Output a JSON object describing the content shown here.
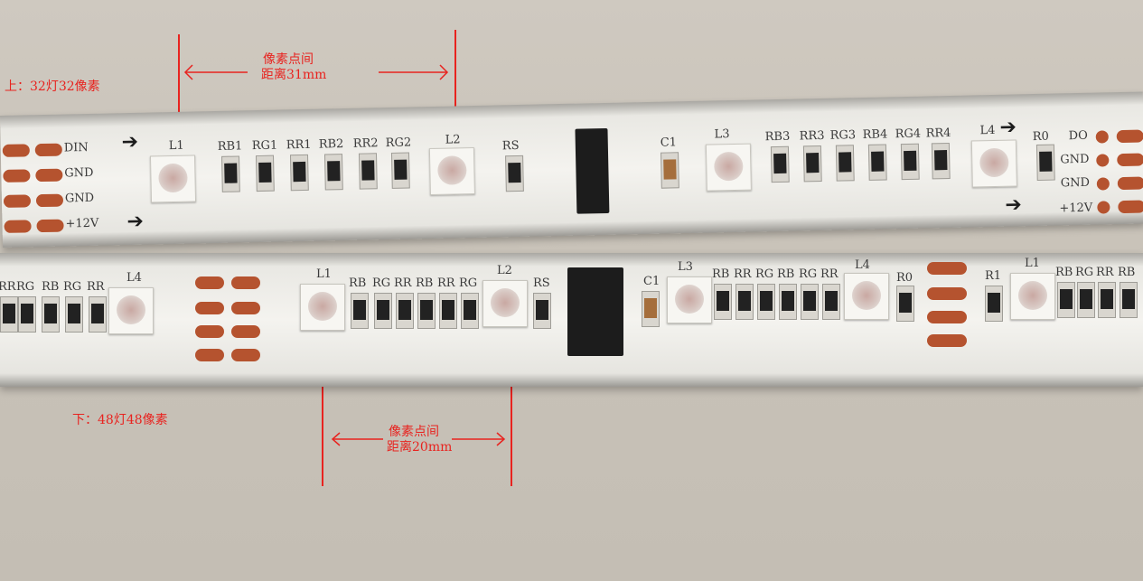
{
  "annotations": {
    "top_label": "上：32灯32像素",
    "bottom_label": "下：48灯48像素",
    "top_pitch_line1": "像素点间",
    "top_pitch_line2": "距离31mm",
    "bottom_pitch_line1": "像素点间",
    "bottom_pitch_line2": "距离20mm"
  },
  "top_strip": {
    "left_pins": [
      "DIN",
      "GND",
      "GND",
      "+12V"
    ],
    "right_pins": [
      "DO",
      "GND",
      "GND",
      "+12V"
    ],
    "component_labels": [
      "L1",
      "RB1",
      "RG1",
      "RR1",
      "RB2",
      "RR2",
      "RG2",
      "L2",
      "RS",
      "C1",
      "L3",
      "RB3",
      "RR3",
      "RG3",
      "RB4",
      "RG4",
      "RR4",
      "L4",
      "R0"
    ]
  },
  "bottom_strip": {
    "component_labels": [
      "RR",
      "RG",
      "RB",
      "RG",
      "RR",
      "L4",
      "L1",
      "RB",
      "RG",
      "RR",
      "RB",
      "RR",
      "RG",
      "L2",
      "RS",
      "C1",
      "L3",
      "RB",
      "RR",
      "RG",
      "RB",
      "RG",
      "RR",
      "L4",
      "R0",
      "R1",
      "L1",
      "RB",
      "RG",
      "RR",
      "RB"
    ]
  }
}
